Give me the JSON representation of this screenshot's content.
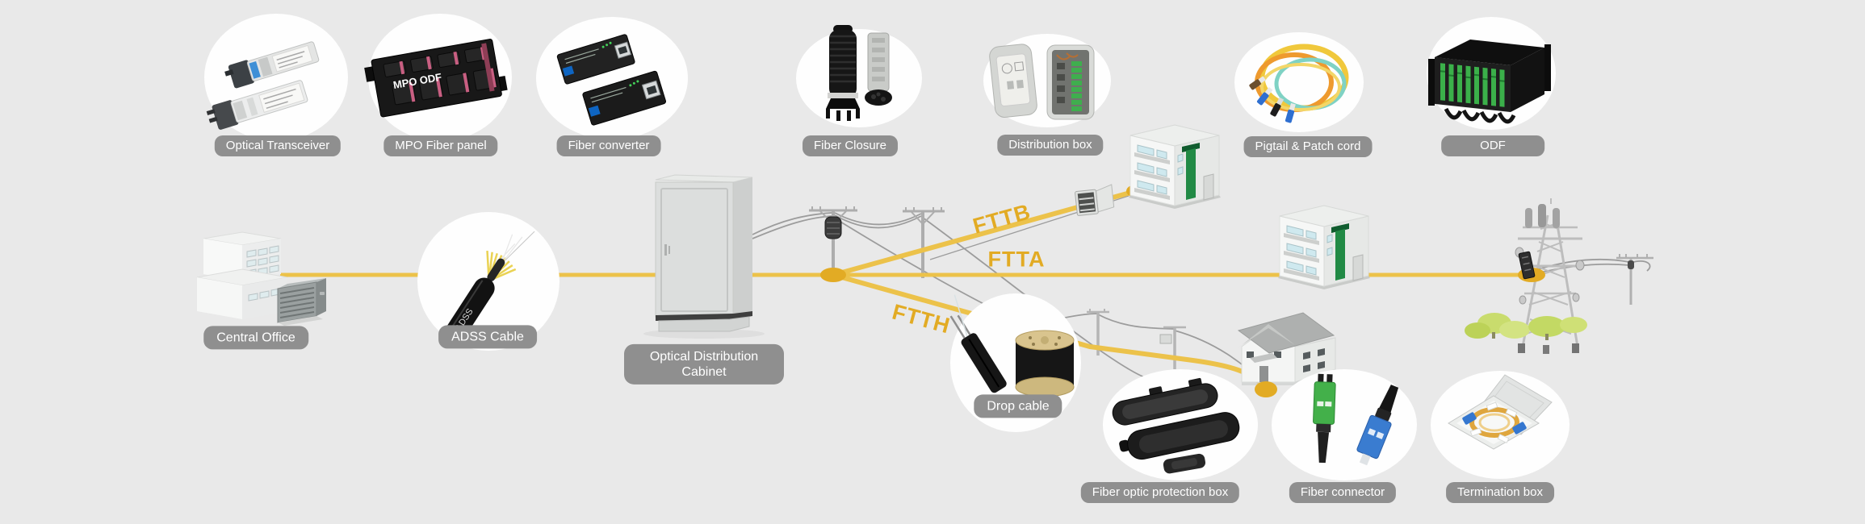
{
  "scene": {
    "background_color": "#e9e9e9",
    "fiber_line_color": "#ecc24a",
    "node_color": "#e2ab24",
    "label_pill_bg": "#8f8f8f",
    "label_pill_text_color": "#ffffff",
    "fttx_text_color": "#e2ab24"
  },
  "network_labels": {
    "fttb": "FTTB",
    "ftta": "FTTA",
    "ftth": "FTTH"
  },
  "locations": {
    "central_office": "Central Office",
    "cabinet": "Optical Distribution Cabinet"
  },
  "products": {
    "optical_transceiver": {
      "label": "Optical Transceiver"
    },
    "mpo_fiber_panel": {
      "label": "MPO Fiber panel",
      "printed_text": "MPO ODF"
    },
    "fiber_converter": {
      "label": "Fiber converter"
    },
    "fiber_closure": {
      "label": "Fiber Closure"
    },
    "distribution_box": {
      "label": "Distribution box"
    },
    "pigtail_patch_cord": {
      "label": "Pigtail & Patch cord"
    },
    "odf": {
      "label": "ODF"
    },
    "adss_cable": {
      "label": "ADSS Cable",
      "printed_text": "ADSS"
    },
    "drop_cable": {
      "label": "Drop cable"
    },
    "fiber_optic_protection_box": {
      "label": "Fiber optic protection box"
    },
    "fiber_connector": {
      "label": "Fiber connector"
    },
    "termination_box": {
      "label": "Termination box"
    }
  }
}
